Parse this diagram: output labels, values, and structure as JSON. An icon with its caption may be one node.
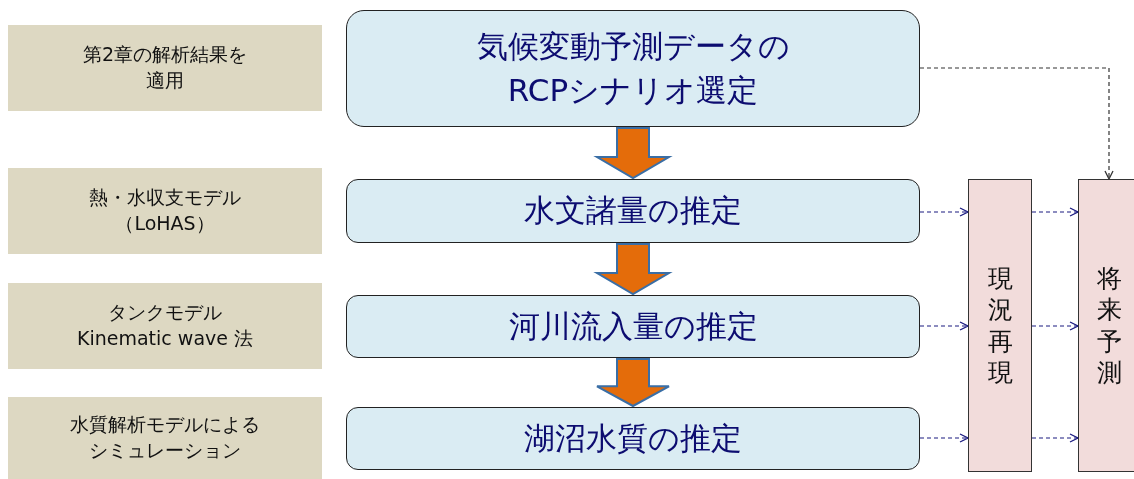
{
  "diagram": {
    "nodes": [
      {
        "text": [
          "第2章の解析結果を適用"
        ]
      },
      {
        "text": [
          "熱・水収支モデル（LoHAS）"
        ]
      },
      {
        "text": [
          "タンクモデル Kinematic wave 法"
        ]
      },
      {
        "text": [
          "水質解析モデルによるシミュレーション"
        ]
      },
      {
        "text": [
          "気候変動予測データのRCPシナリオ選定"
        ]
      },
      {
        "text": [
          "水文諸量の推定"
        ]
      },
      {
        "text": [
          "河川流入量の推定"
        ]
      },
      {
        "text": [
          "湖沼水質の推定"
        ]
      },
      {
        "text": [
          "現況再現"
        ]
      },
      {
        "text": [
          "将来予測"
        ]
      }
    ],
    "edges": [
      {
        "from": 4,
        "to": 5,
        "arrow": "to",
        "style": "thick",
        "color": "#e46c0a"
      },
      {
        "from": 5,
        "to": 6,
        "arrow": "to",
        "style": "thick",
        "color": "#e46c0a"
      },
      {
        "from": 6,
        "to": 7,
        "arrow": "to",
        "style": "thick",
        "color": "#e46c0a"
      },
      {
        "from": 4,
        "to": 9,
        "arrow": "to",
        "style": "dashed",
        "color": "#333333"
      },
      {
        "from": 5,
        "to": 8,
        "arrow": "to",
        "style": "dashed"
      },
      {
        "from": 6,
        "to": 8,
        "arrow": "to",
        "style": "dashed"
      },
      {
        "from": 7,
        "to": 8,
        "arrow": "to",
        "style": "dashed"
      },
      {
        "from": 8,
        "to": 9,
        "arrow": "to",
        "style": "dashed"
      },
      {
        "from": 8,
        "to": 9,
        "arrow": "to",
        "style": "dashed"
      },
      {
        "from": 8,
        "to": 9,
        "arrow": "to",
        "style": "dashed"
      }
    ]
  }
}
